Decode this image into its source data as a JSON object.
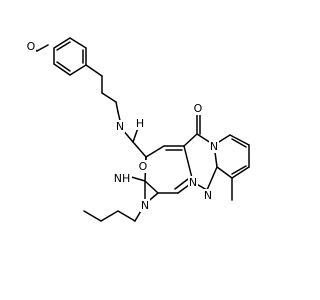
{
  "molecule": {
    "atoms": {
      "methoxy_o": "O",
      "amide_n": "N",
      "amide_h": "H",
      "amide_o": "O",
      "keto_o": "O",
      "pyrido_n": "N",
      "imino_n": "NH",
      "ring_n": "N",
      "butyl_n": "N",
      "methyl_n": "N"
    }
  }
}
